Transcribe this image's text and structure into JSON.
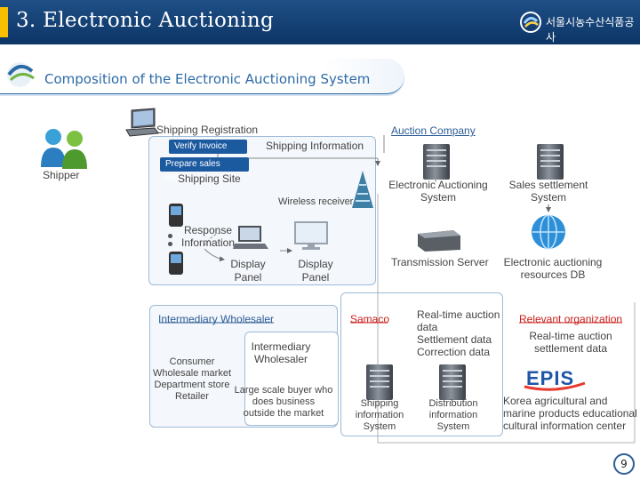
{
  "header": {
    "title": "3. Electronic Auctioning",
    "org_logo_text": "서울시농수산식품공사"
  },
  "subtitle": "Composition of the Electronic Auctioning System",
  "shipper": {
    "label": "Shipper",
    "shipping_registration": "Shipping Registration",
    "verify_invoice": "Verify Invoice",
    "prepare_sales_ledger": "Prepare sales ledger",
    "shipping_site": "Shipping Site",
    "shipping_information": "Shipping Information",
    "wireless_receiver": "Wireless receiver",
    "response_information": "Response\nInformation",
    "display_panel_1": "Display\nPanel",
    "display_panel_2": "Display\nPanel"
  },
  "auction": {
    "auction_company": "Auction Company",
    "electronic_auctioning_system": "Electronic Auctioning\nSystem",
    "sales_settlement_system": "Sales settlement\nSystem",
    "transmission_server": "Transmission Server",
    "resources_db": "Electronic auctioning\nresources DB"
  },
  "wholesaler": {
    "intermediary_wholesaler_title": "Intermediary Wholesaler",
    "intermediary_wholesaler": "Intermediary\nWholesaler",
    "consumer_list": "Consumer\nWholesale market\nDepartment store\nRetailer",
    "large_scale_buyer": "Large scale buyer who\ndoes business\noutside the market"
  },
  "samaco": {
    "label": "Samaco",
    "realtime_data": "Real-time auction\ndata\nSettlement data\nCorrection data",
    "shipping_info_system": "Shipping\ninformation\nSystem",
    "distribution_info_system": "Distribution\ninformation\nSystem"
  },
  "relevant": {
    "title": "Relevant organization",
    "realtime_settlement": "Real-time auction\nsettlement data",
    "epis_logo": "EPIS",
    "epis_name": "Korea agricultural and\nmarine products educational\ncultural information center"
  },
  "page_number": "9",
  "colors": {
    "title_bar": "#0d3566",
    "accent": "#f6c000",
    "brand_blue": "#2c5d97",
    "highlight_red": "#c8201c"
  },
  "icons": [
    "laptop-icon",
    "users-icon",
    "pda-icon",
    "monitor-icon",
    "server-icon",
    "globe-db-icon",
    "antenna-icon",
    "rack-server-icon"
  ]
}
